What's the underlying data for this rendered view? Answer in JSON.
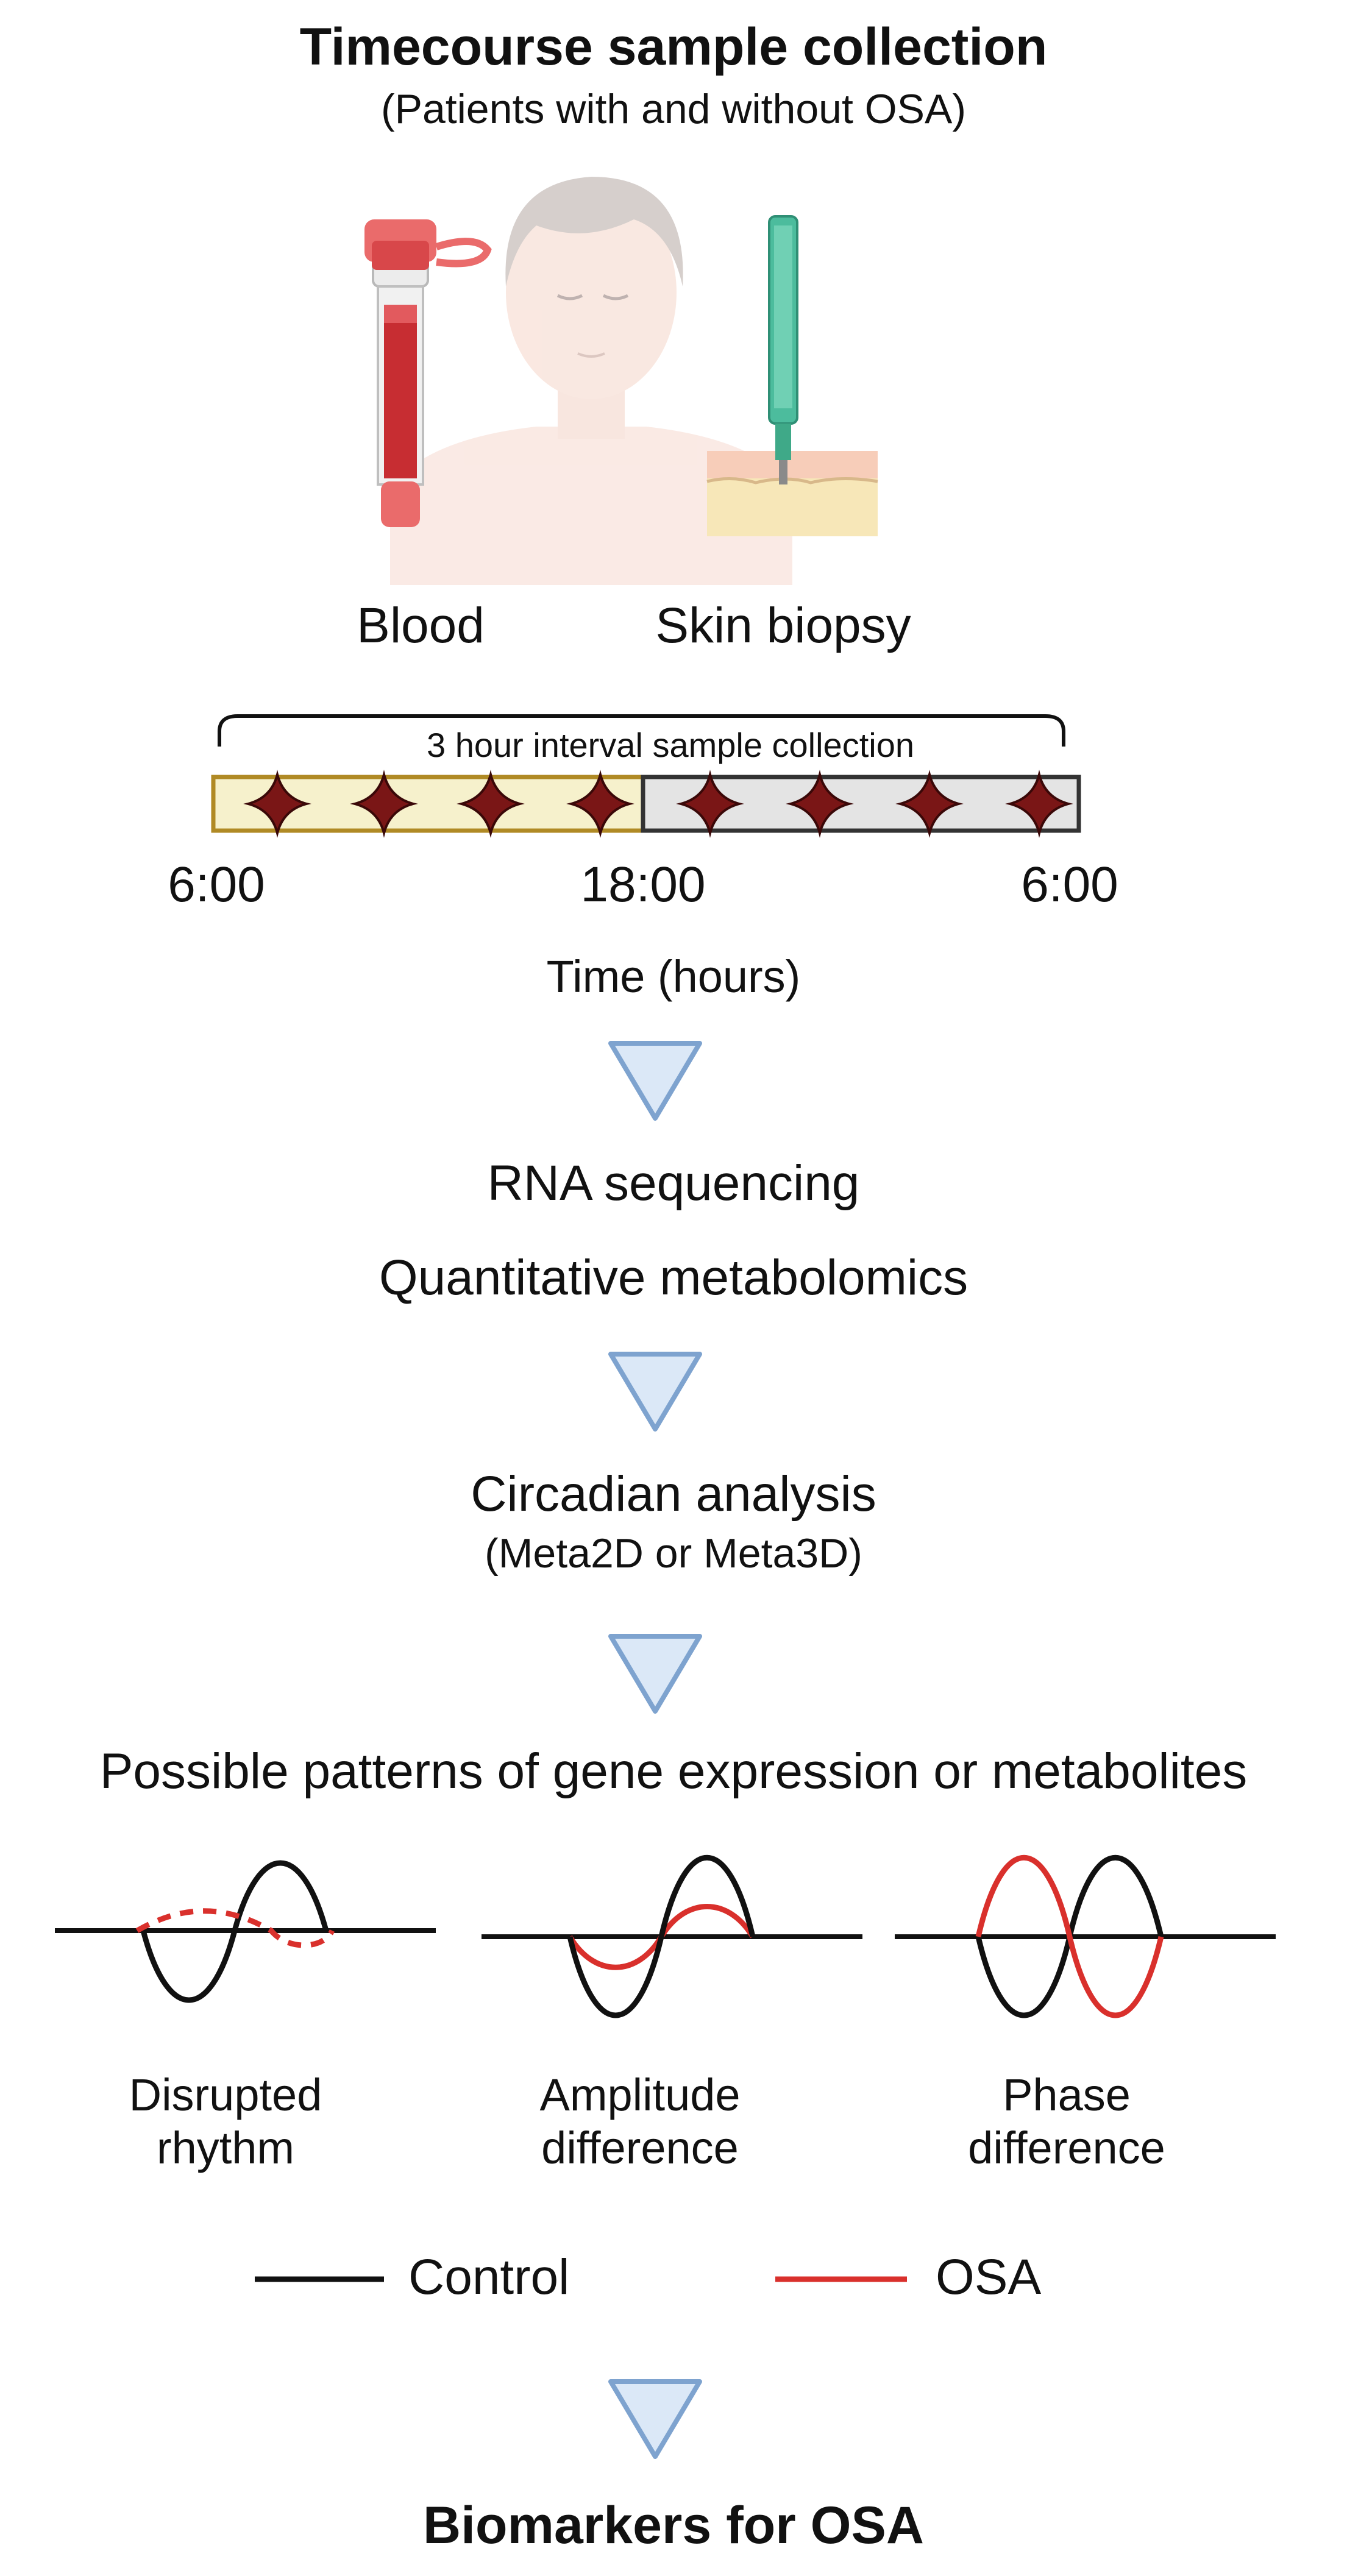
{
  "header": {
    "title": "Timecourse sample collection",
    "subtitle": "(Patients with and without OSA)"
  },
  "samples": {
    "blood_label": "Blood",
    "skin_label": "Skin biopsy"
  },
  "timeline": {
    "bracket_label": "3 hour interval sample collection",
    "ticks": [
      "6:00",
      "18:00",
      "6:00"
    ],
    "axis_label": "Time (hours)",
    "day_color": "#f6f1cc",
    "day_border": "#b08a25",
    "night_color": "#e4e4e4",
    "night_border": "#333333",
    "marker_color": "#7a1616",
    "marker_count": 8
  },
  "steps": {
    "sequencing": "RNA sequencing",
    "metabolomics": "Quantitative metabolomics",
    "analysis": "Circadian analysis",
    "analysis_sub": "(Meta2D or Meta3D)",
    "patterns_title": "Possible patterns of gene expression or metabolites",
    "final": "Biomarkers for OSA"
  },
  "patterns": [
    {
      "line1": "Disrupted",
      "line2": "rhythm"
    },
    {
      "line1": "Amplitude",
      "line2": "difference"
    },
    {
      "line1": "Phase",
      "line2": "difference"
    }
  ],
  "legend": {
    "control": "Control",
    "osa": "OSA",
    "control_color": "#111111",
    "osa_color": "#d9302c"
  },
  "arrow": {
    "fill": "#dbe8f7",
    "stroke": "#7ea3cf"
  }
}
